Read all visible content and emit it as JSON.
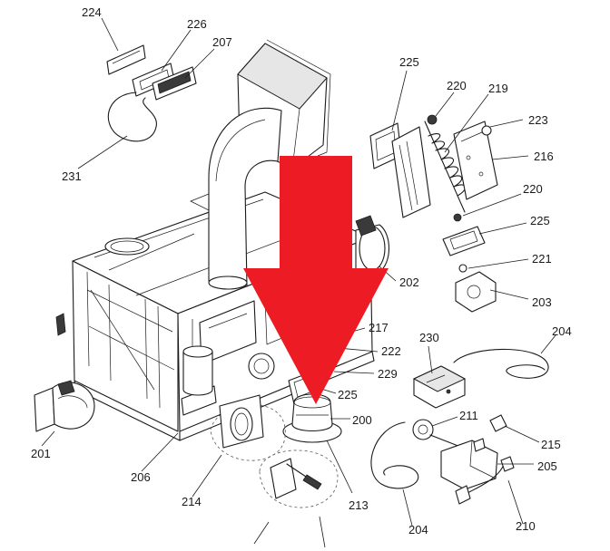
{
  "diagram": {
    "arrow_color": "#ed1c24",
    "highlight_label_color": "#d42a2a",
    "highlighted_part": "200",
    "part_labels": [
      {
        "id": "224",
        "text": "224"
      },
      {
        "id": "226",
        "text": "226"
      },
      {
        "id": "207",
        "text": "207"
      },
      {
        "id": "225a",
        "text": "225"
      },
      {
        "id": "220a",
        "text": "220"
      },
      {
        "id": "219",
        "text": "219"
      },
      {
        "id": "223",
        "text": "223"
      },
      {
        "id": "216",
        "text": "216"
      },
      {
        "id": "220b",
        "text": "220"
      },
      {
        "id": "225b",
        "text": "225"
      },
      {
        "id": "221",
        "text": "221"
      },
      {
        "id": "203",
        "text": "203"
      },
      {
        "id": "231",
        "text": "231"
      },
      {
        "id": "202",
        "text": "202"
      },
      {
        "id": "217",
        "text": "217"
      },
      {
        "id": "222",
        "text": "222"
      },
      {
        "id": "229",
        "text": "229"
      },
      {
        "id": "225c",
        "text": "225"
      },
      {
        "id": "200",
        "text": "200"
      },
      {
        "id": "230",
        "text": "230"
      },
      {
        "id": "204a",
        "text": "204"
      },
      {
        "id": "211",
        "text": "211"
      },
      {
        "id": "215",
        "text": "215"
      },
      {
        "id": "205",
        "text": "205"
      },
      {
        "id": "210",
        "text": "210"
      },
      {
        "id": "204b",
        "text": "204"
      },
      {
        "id": "213",
        "text": "213"
      },
      {
        "id": "214",
        "text": "214"
      },
      {
        "id": "206",
        "text": "206"
      },
      {
        "id": "201",
        "text": "201"
      }
    ]
  }
}
